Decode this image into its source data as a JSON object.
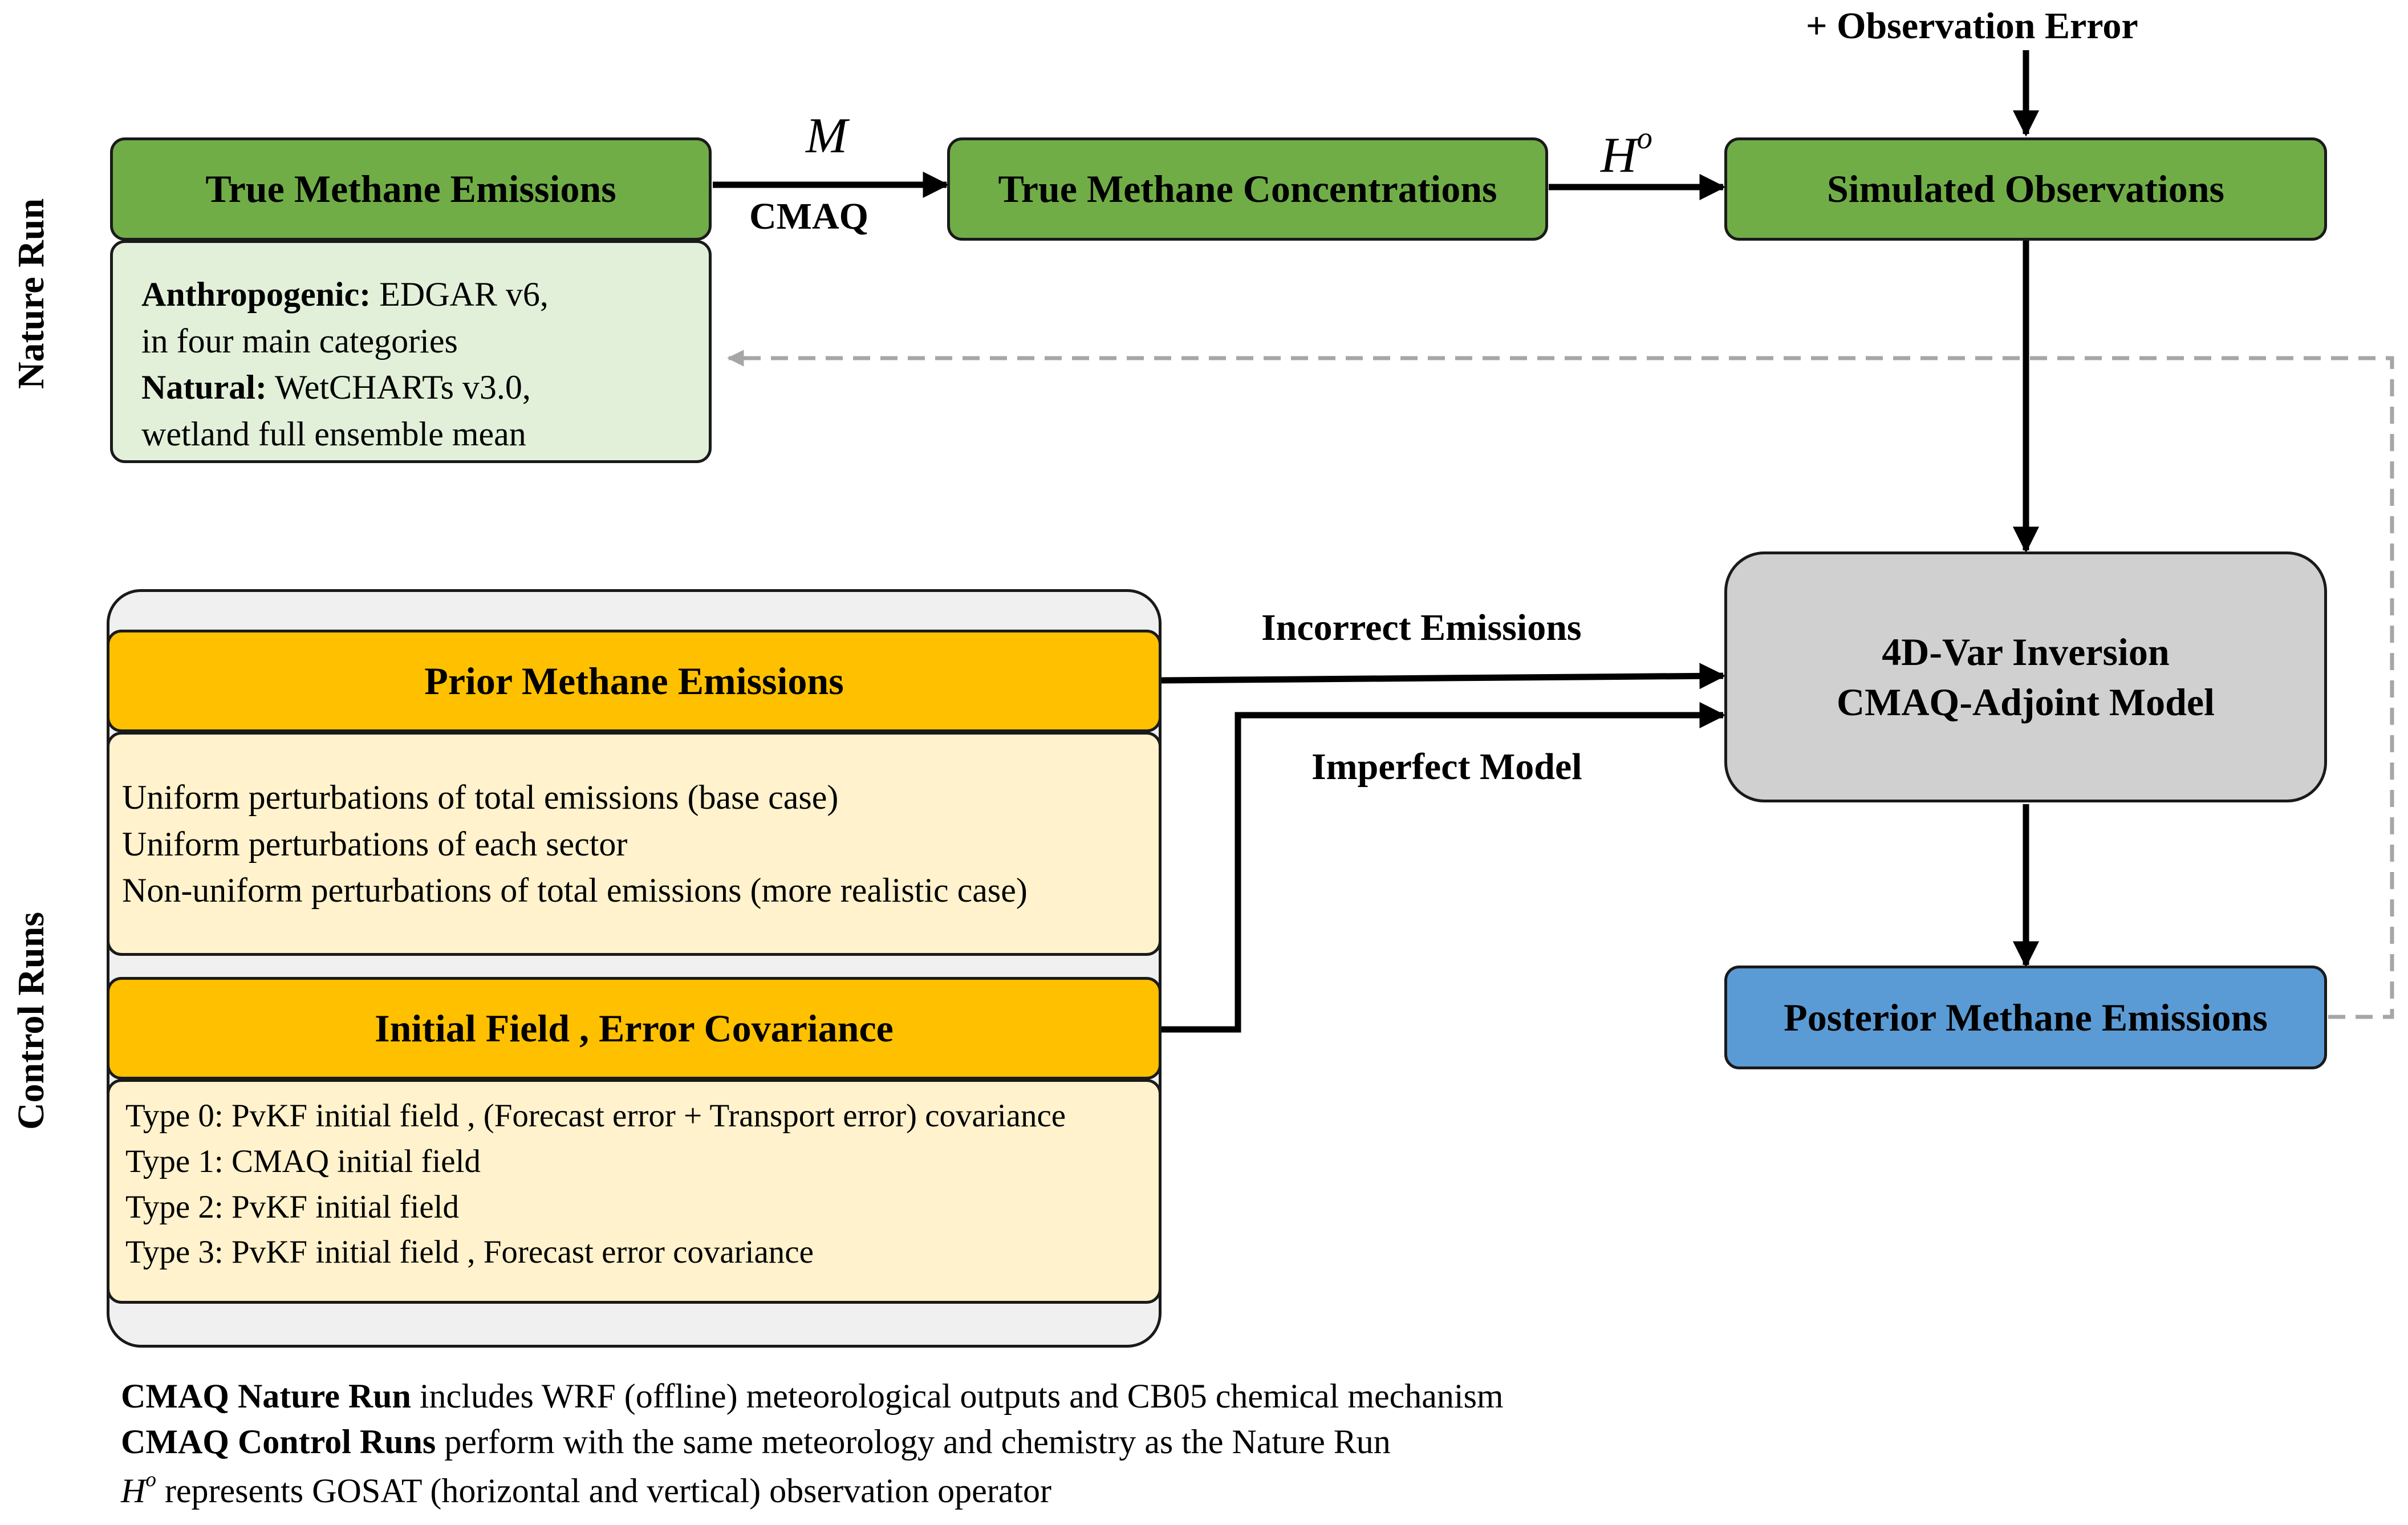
{
  "side_labels": {
    "nature_run": "Nature Run",
    "control_runs": "Control Runs"
  },
  "nature": {
    "true_emissions": "True Methane Emissions",
    "true_concentrations": "True Methane Concentrations",
    "simulated_observations": "Simulated Observations",
    "observation_error": "+ Observation Error",
    "model_symbol": "M",
    "model_name": "CMAQ",
    "operator_symbol": "H",
    "operator_superscript": "o",
    "emission_details": [
      {
        "bold": "Anthropogenic:",
        "text": " EDGAR  v6,"
      },
      {
        "bold": "",
        "text": "in four main categories"
      },
      {
        "bold": "Natural:",
        "text": " WetCHARTs  v3.0,"
      },
      {
        "bold": "",
        "text": "wetland full ensemble mean"
      }
    ]
  },
  "control": {
    "prior_emissions": "Prior Methane Emissions",
    "prior_details": [
      "Uniform perturbations of total emissions (base case)",
      "Uniform perturbations of each sector",
      "Non-uniform perturbations of total emissions (more realistic case)"
    ],
    "initial_field": "Initial Field , Error Covariance",
    "initial_details": [
      "Type 0: PvKF initial field , (Forecast error + Transport error) covariance",
      "Type 1: CMAQ initial field",
      "Type 2: PvKF initial field",
      "Type 3: PvKF initial field , Forecast error covariance"
    ]
  },
  "inversion": {
    "line1": "4D-Var Inversion",
    "line2": "CMAQ-Adjoint Model",
    "incorrect_emissions": "Incorrect Emissions",
    "imperfect_model": "Imperfect Model",
    "posterior_emissions": "Posterior Methane Emissions"
  },
  "notes": [
    {
      "bold": "CMAQ Nature Run",
      "text": " includes WRF  (offline) meteorological outputs and CB05  chemical mechanism"
    },
    {
      "bold": "CMAQ Control Runs",
      "text": " perform with the same meteorology and chemistry as the Nature Run"
    },
    {
      "symbol": "H",
      "sup": "o",
      "text": "  represents GOSAT (horizontal and vertical) observation operator"
    }
  ],
  "colors": {
    "nature_box": "#70ad47",
    "nature_detail": "#e2f0d9",
    "control_box": "#ffc000",
    "control_detail": "#fff2cc",
    "inversion_box": "#d0d0d0",
    "posterior_box": "#5b9bd5",
    "dashed_arrow": "#a6a6a6"
  }
}
